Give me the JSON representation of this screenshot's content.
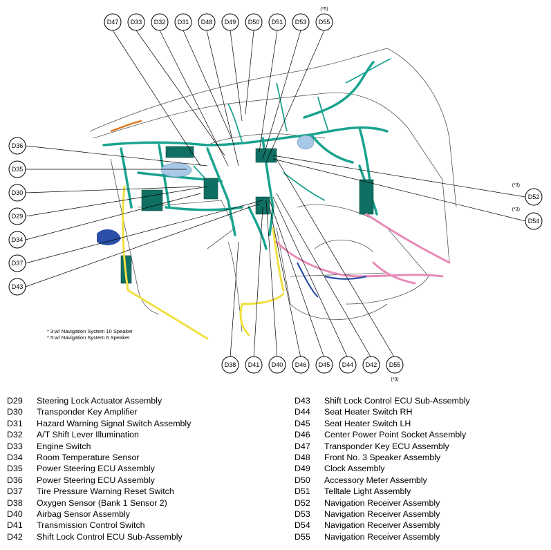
{
  "top_callouts": [
    {
      "code": "D47",
      "note": ""
    },
    {
      "code": "D33",
      "note": ""
    },
    {
      "code": "D32",
      "note": ""
    },
    {
      "code": "D31",
      "note": ""
    },
    {
      "code": "D48",
      "note": ""
    },
    {
      "code": "D49",
      "note": ""
    },
    {
      "code": "D50",
      "note": ""
    },
    {
      "code": "D51",
      "note": ""
    },
    {
      "code": "D53",
      "note": ""
    },
    {
      "code": "D55",
      "note": "(*5)"
    }
  ],
  "left_callouts": [
    {
      "code": "D36"
    },
    {
      "code": "D35"
    },
    {
      "code": "D30"
    },
    {
      "code": "D29"
    },
    {
      "code": "D34"
    },
    {
      "code": "D37"
    },
    {
      "code": "D43"
    }
  ],
  "right_callouts": [
    {
      "code": "D52",
      "note": "(*3)"
    },
    {
      "code": "D54",
      "note": "(*3)"
    }
  ],
  "bottom_callouts": [
    {
      "code": "D38",
      "note": ""
    },
    {
      "code": "D41",
      "note": ""
    },
    {
      "code": "D40",
      "note": ""
    },
    {
      "code": "D46",
      "note": ""
    },
    {
      "code": "D45",
      "note": ""
    },
    {
      "code": "D44",
      "note": ""
    },
    {
      "code": "D42",
      "note": ""
    },
    {
      "code": "D55",
      "note": "(*3)"
    }
  ],
  "footnotes": [
    "* 3:w/ Navigation System 10 Speaker",
    "* 5:w/ Navigation System 6 Speaker"
  ],
  "legend_left": [
    {
      "code": "D29",
      "name": "Steering Lock Actuator Assembly"
    },
    {
      "code": "D30",
      "name": "Transponder Key Amplifier"
    },
    {
      "code": "D31",
      "name": "Hazard Warning Signal Switch Assembly"
    },
    {
      "code": "D32",
      "name": "A/T Shift Lever Illumination"
    },
    {
      "code": "D33",
      "name": "Engine Switch"
    },
    {
      "code": "D34",
      "name": "Room Temperature Sensor"
    },
    {
      "code": "D35",
      "name": "Power Steering ECU Assembly"
    },
    {
      "code": "D36",
      "name": "Power Steering ECU Assembly"
    },
    {
      "code": "D37",
      "name": "Tire Pressure Warning Reset Switch"
    },
    {
      "code": "D38",
      "name": "Oxygen Sensor (Bank 1 Sensor 2)"
    },
    {
      "code": "D40",
      "name": "Airbag Sensor Assembly"
    },
    {
      "code": "D41",
      "name": "Transmission Control Switch"
    },
    {
      "code": "D42",
      "name": "Shift Lock Control ECU Sub-Assembly"
    }
  ],
  "legend_right": [
    {
      "code": "D43",
      "name": "Shift Lock Control ECU Sub-Assembly"
    },
    {
      "code": "D44",
      "name": "Seat Heater Switch RH"
    },
    {
      "code": "D45",
      "name": "Seat Heater Switch LH"
    },
    {
      "code": "D46",
      "name": "Center Power Point Socket Assembly"
    },
    {
      "code": "D47",
      "name": "Transponder Key ECU Assembly"
    },
    {
      "code": "D48",
      "name": "Front No. 3 Speaker Assembly"
    },
    {
      "code": "D49",
      "name": "Clock Assembly"
    },
    {
      "code": "D50",
      "name": "Accessory Meter Assembly"
    },
    {
      "code": "D51",
      "name": "Telltale Light Assembly"
    },
    {
      "code": "D52",
      "name": "Navigation Receiver Assembly"
    },
    {
      "code": "D53",
      "name": "Navigation Receiver Assembly"
    },
    {
      "code": "D54",
      "name": "Navigation Receiver Assembly"
    },
    {
      "code": "D55",
      "name": "Navigation Receiver Assembly"
    }
  ],
  "colors": {
    "harness_main": "#19a38f",
    "harness_yellow": "#f0e040",
    "harness_pink": "#e88ab8",
    "harness_blue": "#2b4fa8",
    "harness_orange": "#e07a20",
    "component_blue": "#a8c8e8"
  }
}
